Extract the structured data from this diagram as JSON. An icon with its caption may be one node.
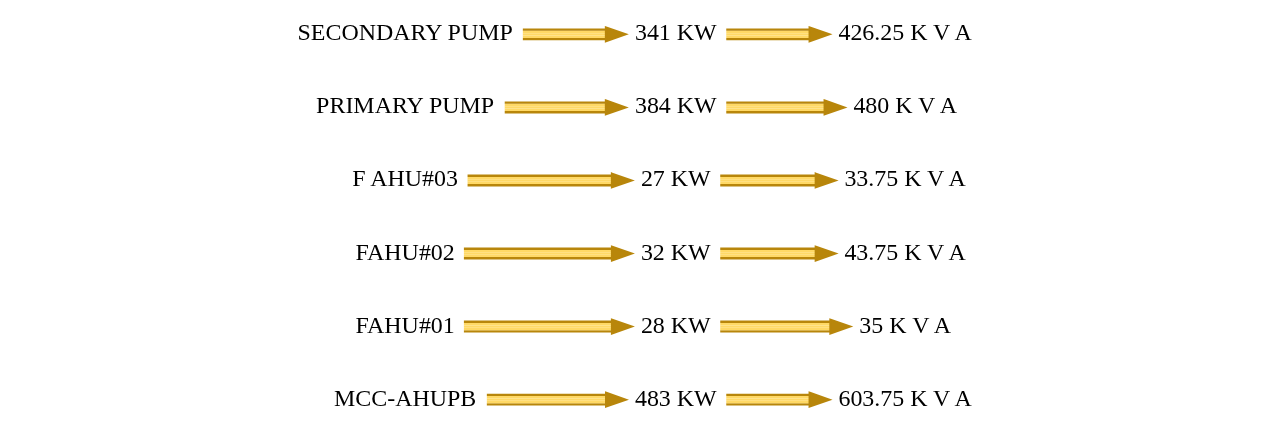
{
  "diagram": {
    "nodes": [
      {
        "text": [
          "MCC-AHUPB"
        ]
      },
      {
        "text": [
          "483 KW"
        ]
      },
      {
        "text": [
          "603.75 K V A"
        ]
      },
      {
        "text": [
          "FAHU#01"
        ]
      },
      {
        "text": [
          "28 KW"
        ]
      },
      {
        "text": [
          "35 K V A"
        ]
      },
      {
        "text": [
          "FAHU#02"
        ]
      },
      {
        "text": [
          "32 KW"
        ]
      },
      {
        "text": [
          "43.75 K V A"
        ]
      },
      {
        "text": [
          "F AHU#03"
        ]
      },
      {
        "text": [
          "27 KW"
        ]
      },
      {
        "text": [
          "33.75 K V A"
        ]
      },
      {
        "text": [
          "PRIMARY PUMP"
        ]
      },
      {
        "text": [
          "384 KW"
        ]
      },
      {
        "text": [
          "480 K V A"
        ]
      },
      {
        "text": [
          "SECONDARY PUMP"
        ]
      },
      {
        "text": [
          "341 KW"
        ]
      },
      {
        "text": [
          "426.25 K V A"
        ]
      }
    ],
    "edges": [
      {
        "from": 0,
        "to": 1,
        "arrow": "to"
      },
      {
        "from": 1,
        "to": 2,
        "arrow": "to"
      },
      {
        "from": 3,
        "to": 4,
        "arrow": "to"
      },
      {
        "from": 4,
        "to": 5,
        "arrow": "to"
      },
      {
        "from": 6,
        "to": 7,
        "arrow": "to"
      },
      {
        "from": 7,
        "to": 8,
        "arrow": "to"
      },
      {
        "from": 9,
        "to": 10,
        "arrow": "to"
      },
      {
        "from": 10,
        "to": 11,
        "arrow": "to"
      },
      {
        "from": 12,
        "to": 13,
        "arrow": "to"
      },
      {
        "from": 13,
        "to": 14,
        "arrow": "to"
      },
      {
        "from": 15,
        "to": 16,
        "arrow": "to"
      },
      {
        "from": 16,
        "to": 17,
        "arrow": "to"
      }
    ]
  }
}
